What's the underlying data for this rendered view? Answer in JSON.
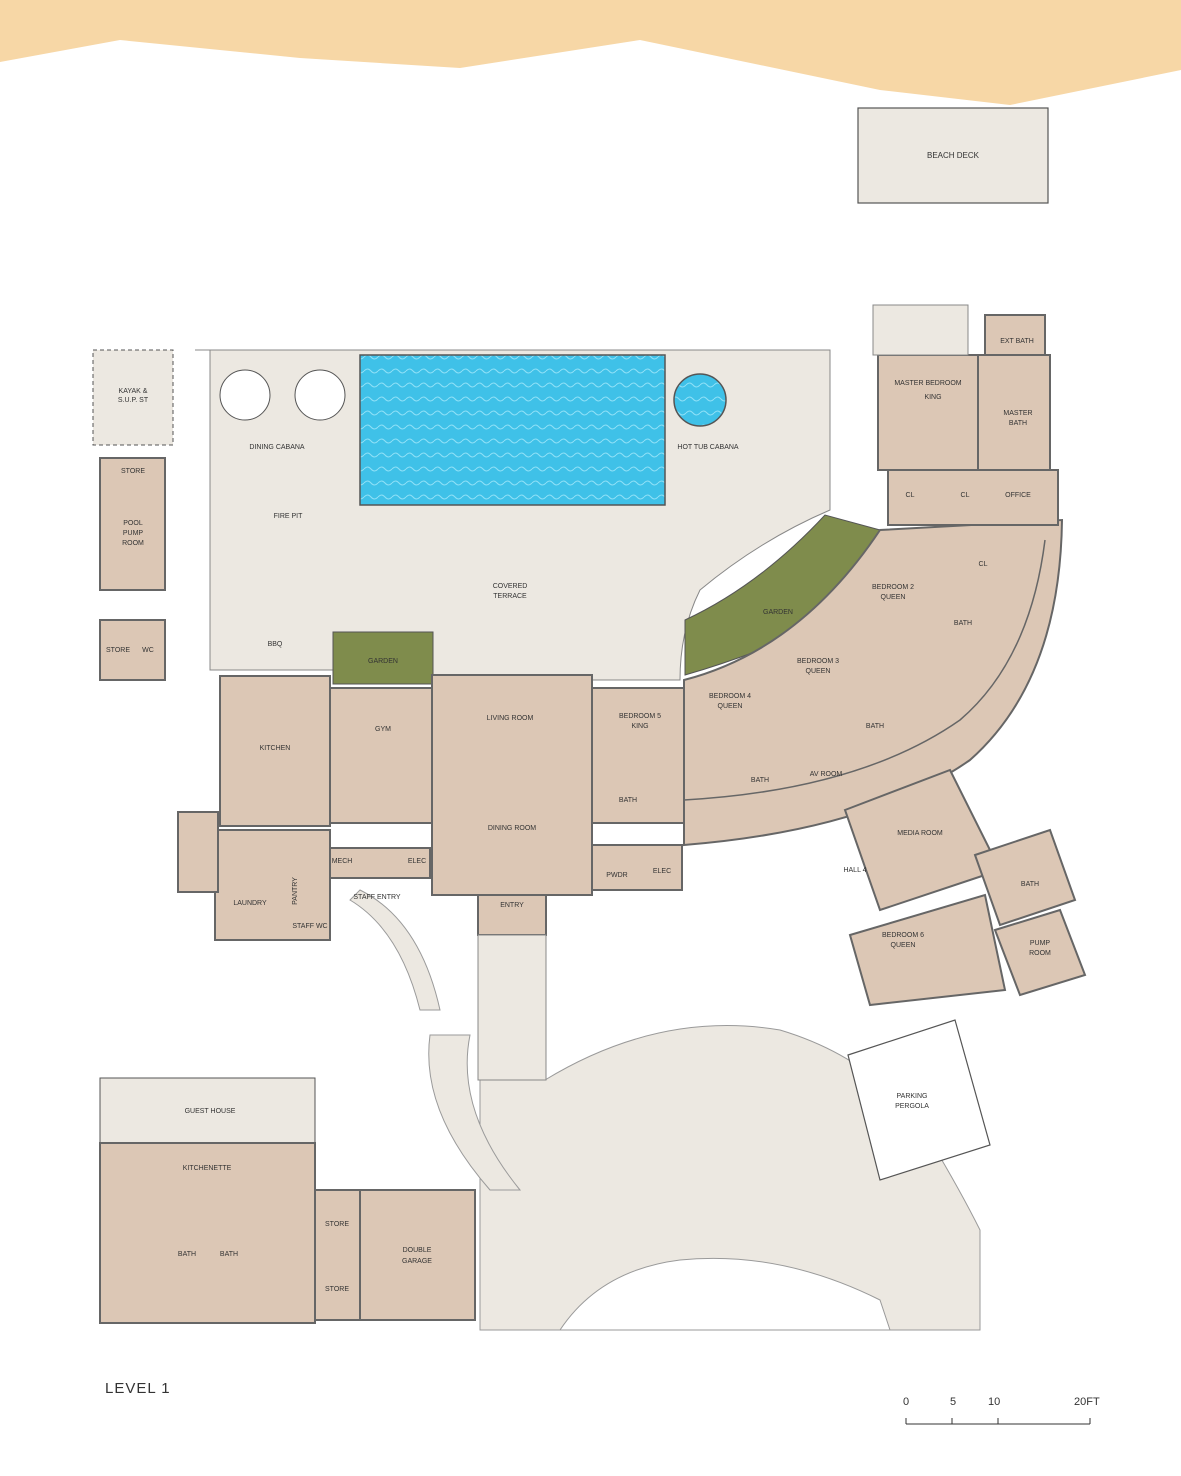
{
  "level_title": "LEVEL 1",
  "scale": {
    "marks": [
      "0",
      "5",
      "10",
      "20FT"
    ]
  },
  "colors": {
    "room": "#dcc7b5",
    "terrace": "#ece8e1",
    "pool": "#3fc1e8",
    "garden": "#7f8c4c",
    "sand": "#f7d7a6",
    "wall": "#666666"
  },
  "rooms": {
    "beach_deck": "BEACH DECK",
    "kayak_1": "KAYAK &",
    "kayak_2": "S.U.P. ST",
    "store_1": "STORE",
    "pool_pump_1": "POOL",
    "pool_pump_2": "PUMP",
    "pool_pump_3": "ROOM",
    "store_2": "STORE",
    "wc": "WC",
    "dining_cabana": "DINING CABANA",
    "hot_tub_cabana": "HOT TUB CABANA",
    "fire_pit": "FIRE PIT",
    "bbq": "BBQ",
    "garden_1": "GARDEN",
    "covered_terrace_1": "COVERED",
    "covered_terrace_2": "TERRACE",
    "garden_2": "GARDEN",
    "kitchen": "KITCHEN",
    "gym": "GYM",
    "living_room": "LIVING ROOM",
    "dining_room": "DINING ROOM",
    "bedroom5_1": "BEDROOM 5",
    "bedroom5_2": "KING",
    "bath_b5": "BATH",
    "bedroom4_1": "BEDROOM 4",
    "bedroom4_2": "QUEEN",
    "bath_b4": "BATH",
    "av_room": "AV ROOM",
    "bedroom3_1": "BEDROOM 3",
    "bedroom3_2": "QUEEN",
    "bath_b3": "BATH",
    "bedroom2_1": "BEDROOM 2",
    "bedroom2_2": "QUEEN",
    "bath_b2": "BATH",
    "cl_b2": "CL",
    "master_bedroom": "MASTER BEDROOM",
    "king_label": "KING",
    "master_bath_1": "MASTER",
    "master_bath_2": "BATH",
    "ext_bath": "EXT BATH",
    "cl_1": "CL",
    "cl_2": "CL",
    "office": "OFFICE",
    "media_room": "MEDIA ROOM",
    "hall": "HALL 4",
    "bath_b6": "BATH",
    "bedroom6_1": "BEDROOM 6",
    "bedroom6_2": "QUEEN",
    "pump_room_1": "PUMP",
    "pump_room_2": "ROOM",
    "mech": "MECH",
    "elec_1": "ELEC",
    "staff_entry": "STAFF ENTRY",
    "laundry": "LAUNDRY",
    "pantry": "PANTRY",
    "staff_wc": "STAFF WC",
    "pwdr": "PWDR",
    "elec_2": "ELEC",
    "entry": "ENTRY",
    "guest_house": "GUEST HOUSE",
    "kitchenette": "KITCHENETTE",
    "bath_g1": "BATH",
    "bath_g2": "BATH",
    "store_3": "STORE",
    "store_4": "STORE",
    "double_garage_1": "DOUBLE",
    "double_garage_2": "GARAGE",
    "parking_pergola_1": "PARKING",
    "parking_pergola_2": "PERGOLA"
  }
}
